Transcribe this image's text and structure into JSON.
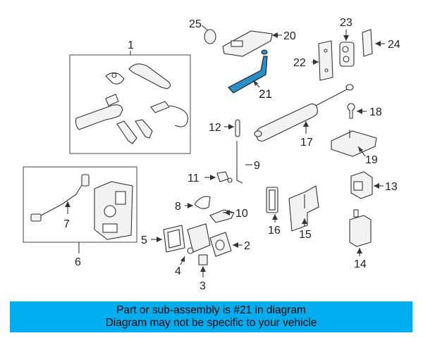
{
  "callouts": {
    "c1": "1",
    "c2": "2",
    "c3": "3",
    "c4": "4",
    "c5": "5",
    "c6": "6",
    "c7": "7",
    "c8": "8",
    "c9": "9",
    "c10": "10",
    "c11": "11",
    "c12": "12",
    "c13": "13",
    "c14": "14",
    "c15": "15",
    "c16": "16",
    "c17": "17",
    "c18": "18",
    "c19": "19",
    "c20": "20",
    "c21": "21",
    "c22": "22",
    "c23": "23",
    "c24": "24",
    "c25": "25"
  },
  "highlight": {
    "part": "21",
    "color": "#2a8fc9"
  },
  "banner": {
    "line1": "Part or sub-assembly is #21 in diagram",
    "line2": "Diagram may not be specific to your vehicle",
    "color": "#00aeef"
  }
}
